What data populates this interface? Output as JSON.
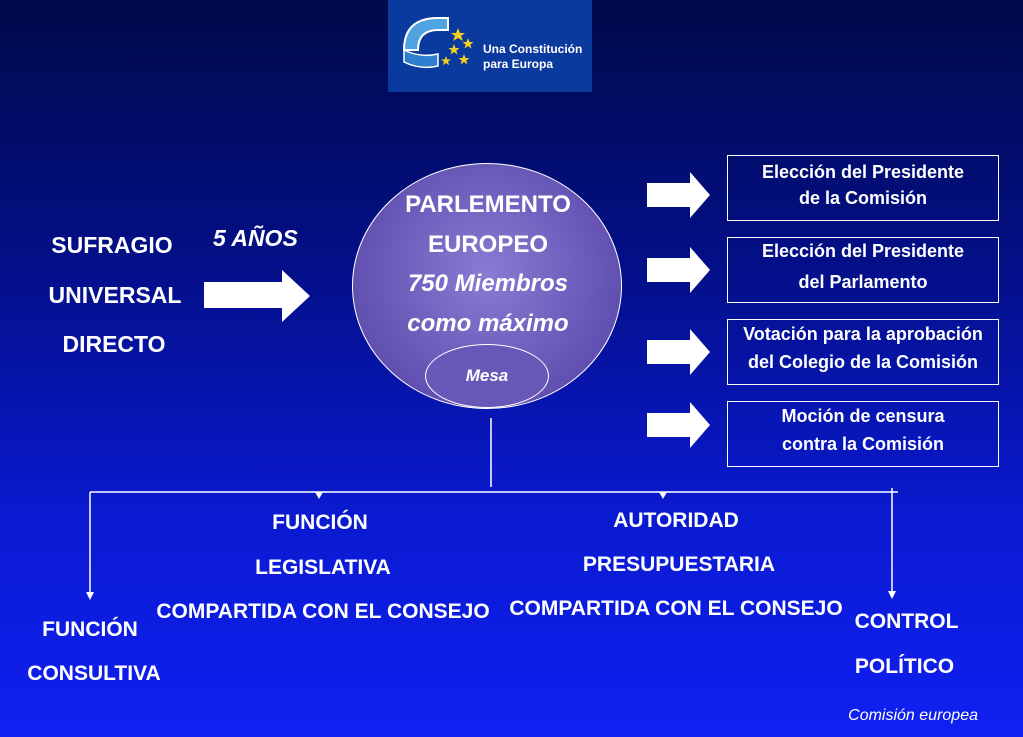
{
  "logo": {
    "text_line1": "Una Constitución",
    "text_line2": "para Europa",
    "icon": "parliament-hemicycle-stars-icon"
  },
  "left": {
    "line1": "SUFRAGIO",
    "line2": "UNIVERSAL",
    "line3": "DIRECTO"
  },
  "term": "5 AÑOS",
  "parliament": {
    "line1": "PARLEMENTO",
    "line2": "EUROPEO",
    "line3": "750 Miembros",
    "line4": "como máximo",
    "mesa": "Mesa"
  },
  "right_boxes": [
    {
      "line1": "Elección del Presidente",
      "line2": "de la Comisión"
    },
    {
      "line1": "Elección del Presidente",
      "line2": "del Parlamento"
    },
    {
      "line1": "Votación para la aprobación",
      "line2": "del Colegio de la Comisión"
    },
    {
      "line1": "Moción de censura",
      "line2": "contra la Comisión"
    }
  ],
  "functions": {
    "consultiva": {
      "line1": "FUNCIÓN",
      "line2": "CONSULTIVA"
    },
    "legislativa": {
      "line1": "FUNCIÓN",
      "line2": "LEGISLATIVA",
      "line3": "COMPARTIDA CON EL CONSEJO"
    },
    "presupuestaria": {
      "line1": "AUTORIDAD",
      "line2": "PRESUPUESTARIA",
      "line3": "COMPARTIDA CON EL CONSEJO"
    },
    "control": {
      "line1": "CONTROL",
      "line2": "POLÍTICO"
    }
  },
  "footer": "Comisión europea",
  "colors": {
    "background_top": "#000a4a",
    "background_bottom": "#1020f2",
    "circle_fill": "#6856b6",
    "text": "#ffffff"
  }
}
